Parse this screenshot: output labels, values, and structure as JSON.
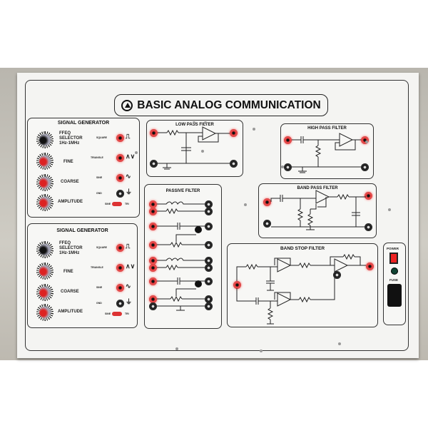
{
  "title": "BASIC ANALOG COMMUNICATION",
  "signal_generators": [
    {
      "title": "SIGNAL GENERATOR",
      "selector": [
        "FFEQ",
        "SELECTOR",
        "1Hz-1MHz"
      ],
      "fine": "FINE",
      "coarse": "COARSE",
      "amplitude": "AMPLITUDE",
      "outputs": [
        "SQUARE",
        "TRIANGLE",
        "SINE",
        "GND"
      ],
      "switch": [
        "SINE",
        "TRI"
      ]
    },
    {
      "title": "SIGNAL GENERATOR",
      "selector": [
        "FFEQ",
        "SELECTOR",
        "1Hz-1MHz"
      ],
      "fine": "FINE",
      "coarse": "COARSE",
      "amplitude": "AMPLITUDE",
      "outputs": [
        "SQUARE",
        "TRIANGLE",
        "SINE",
        "GND"
      ],
      "switch": [
        "SINE",
        "TRI"
      ]
    }
  ],
  "filters": {
    "low_pass": "LOW PASS FILTER",
    "high_pass": "HIGH PASS FILTER",
    "passive": "PASSIVE FILTER",
    "band_pass": "BAND PASS FILTER",
    "band_stop": "BAND STOP FILTER"
  },
  "power": {
    "label": "POWER",
    "fuse": "FUSE"
  },
  "colors": {
    "jack_red": "#e55",
    "panel": "#f4f4f2",
    "line": "#333"
  }
}
